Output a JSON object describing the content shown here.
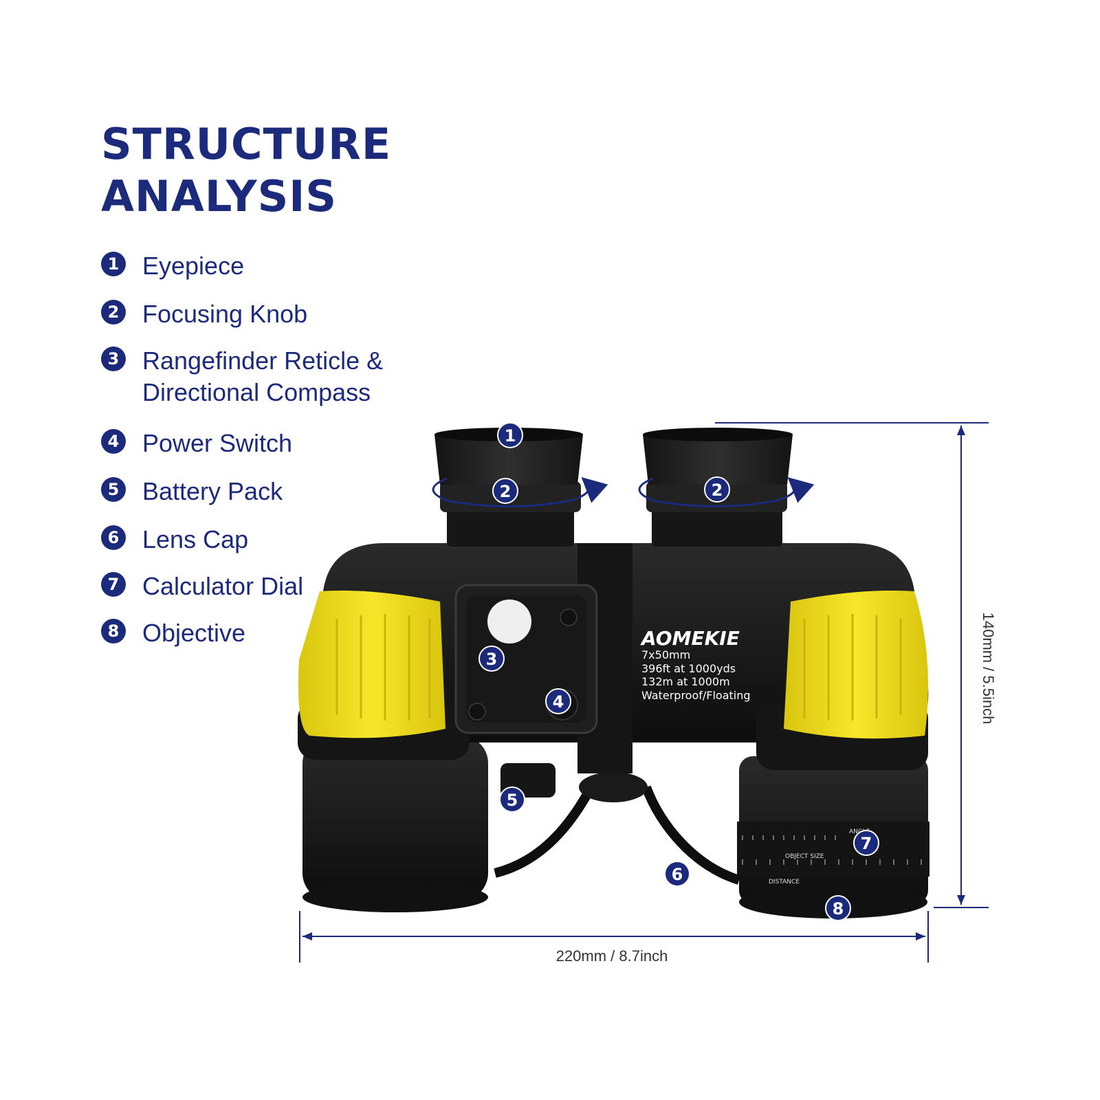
{
  "title": {
    "line1": "STRUCTURE",
    "line2": "ANALYSIS"
  },
  "legend": [
    {
      "num": "1",
      "label": "Eyepiece"
    },
    {
      "num": "2",
      "label": "Focusing Knob"
    },
    {
      "num": "3",
      "label": "Rangefinder Reticle &\nDirectional Compass"
    },
    {
      "num": "4",
      "label": "Power Switch"
    },
    {
      "num": "5",
      "label": "Battery Pack"
    },
    {
      "num": "6",
      "label": "Lens Cap"
    },
    {
      "num": "7",
      "label": "Calculator Dial"
    },
    {
      "num": "8",
      "label": "Objective"
    }
  ],
  "callouts": {
    "c1": "1",
    "c2a": "2",
    "c2b": "2",
    "c3": "3",
    "c4": "4",
    "c5": "5",
    "c6": "6",
    "c7": "7",
    "c8": "8"
  },
  "product": {
    "brand": "AOMEKIE",
    "spec1": "7x50mm",
    "spec2": "396ft at 1000yds",
    "spec3": "132m at 1000m",
    "spec4": "Waterproof/Floating"
  },
  "dial": {
    "angle": "ANGLE",
    "object_size": "OBJECT  SIZE",
    "distance": "DISTANCE"
  },
  "dimensions": {
    "width": "220mm / 8.7inch",
    "height": "140mm / 5.5inch"
  },
  "colors": {
    "accent": "#1b2a7a",
    "body": "#1a1a1a",
    "armor": "#f2e01c"
  }
}
